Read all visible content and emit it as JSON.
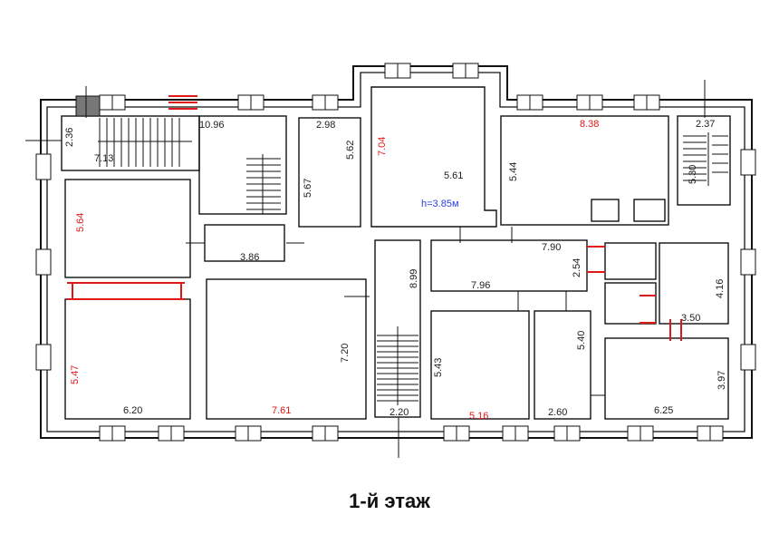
{
  "caption": "1-й этаж",
  "ceiling_height": "h=3.85м",
  "colors": {
    "wall": "#111111",
    "dim_black": "#222222",
    "dim_red": "#e01818",
    "dim_blue": "#2a3ee0",
    "door_red": "#e01818"
  },
  "dimensions": {
    "d1": "2.36",
    "d2": "7.13",
    "d3": "10.96",
    "d4": "2.98",
    "d5": "5.62",
    "d6": "5.67",
    "d7": "7.04",
    "d8": "5.61",
    "d9": "8.38",
    "d10": "5.44",
    "d11": "2.37",
    "d12": "5.30",
    "d13": "5.64",
    "d14": "3.86",
    "d15": "8.99",
    "d16": "7.90",
    "d17": "2.54",
    "d18": "7.96",
    "d19": "4.16",
    "d20": "3.50",
    "d21": "7.20",
    "d22": "5.43",
    "d23": "5.40",
    "d24": "3.97",
    "d25": "5.47",
    "d26": "6.20",
    "d27": "7.61",
    "d28": "2.20",
    "d29": "5.16",
    "d30": "2.60",
    "d31": "6.25"
  }
}
